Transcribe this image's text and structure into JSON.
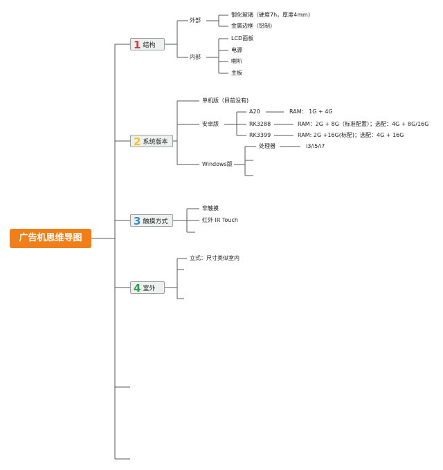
{
  "root": {
    "label": "广告机思维导图",
    "color": "#f07f1a"
  },
  "branches": [
    {
      "num": "1",
      "num_color": "#d23a3a",
      "label": "结构",
      "groups": [
        {
          "label": "外部",
          "items": [
            "钢化玻璃（硬度7h，厚度4mm)",
            "金属边框（铝制)"
          ]
        },
        {
          "label": "内部",
          "items": [
            "LCD面板",
            "电源",
            "喇叭",
            "主板"
          ]
        }
      ]
    },
    {
      "num": "2",
      "num_color": "#f2c318",
      "label": "系统版本",
      "items": {
        "standalone": "单机版（目前没有)",
        "android": {
          "label": "安卓版",
          "rows": [
            {
              "chip": "A20",
              "spec": "RAM： 1G + 4G"
            },
            {
              "chip": "RK3288",
              "spec": "RAM：2G + 8G（标准配置）；选配：4G + 8G/16G"
            },
            {
              "chip": "RK3399",
              "spec": "RAM: 2G +16G(标配)；选配：4G + 16G"
            }
          ]
        },
        "windows": {
          "label": "Windows版",
          "processor": "处理器",
          "processor_value": "i3/i5/i7"
        }
      }
    },
    {
      "num": "3",
      "num_color": "#2f8fd0",
      "label": "触摸方式",
      "items": [
        "非触摸",
        "红外 IR Touch"
      ]
    },
    {
      "num": "4",
      "num_color": "#2aa04a",
      "label": "室外",
      "items": [
        "立式：尺寸类似室内"
      ]
    }
  ],
  "line_color": "#555555"
}
